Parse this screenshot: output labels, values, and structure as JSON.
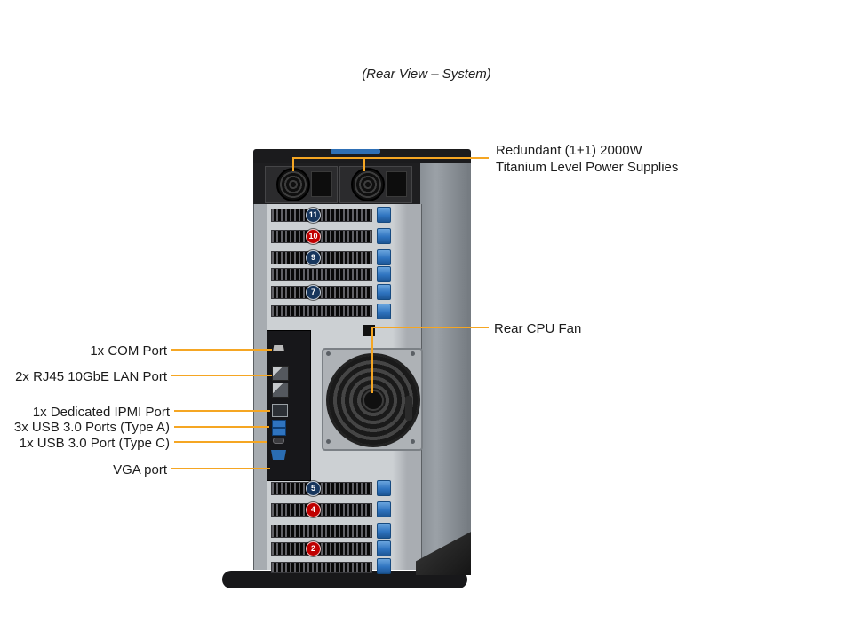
{
  "title": "(Rear View – System)",
  "colors": {
    "callout_line": "#F5A623",
    "badge_navy": "#17365D",
    "badge_red": "#C00000",
    "latch_blue": "#2F74C0",
    "chassis_dark": "#1B1B1D"
  },
  "callouts": {
    "psu_line1": "Redundant (1+1) 2000W",
    "psu_line2": "Titanium Level Power Supplies",
    "cpu_fan": "Rear CPU Fan",
    "com": "1x COM Port",
    "lan": "2x RJ45 10GbE LAN Port",
    "ipmi": "1x Dedicated IPMI Port",
    "usb_a": "3x USB 3.0 Ports (Type A)",
    "usb_c": "1x USB 3.0 Port (Type C)",
    "vga": "VGA port"
  },
  "slot_badges": {
    "top": [
      {
        "num": "11",
        "color": "navy"
      },
      {
        "num": "10",
        "color": "red"
      },
      {
        "num": "9",
        "color": "navy"
      },
      {
        "num": "7",
        "color": "navy"
      }
    ],
    "bottom": [
      {
        "num": "5",
        "color": "navy"
      },
      {
        "num": "4",
        "color": "red"
      },
      {
        "num": "2",
        "color": "red"
      }
    ]
  }
}
